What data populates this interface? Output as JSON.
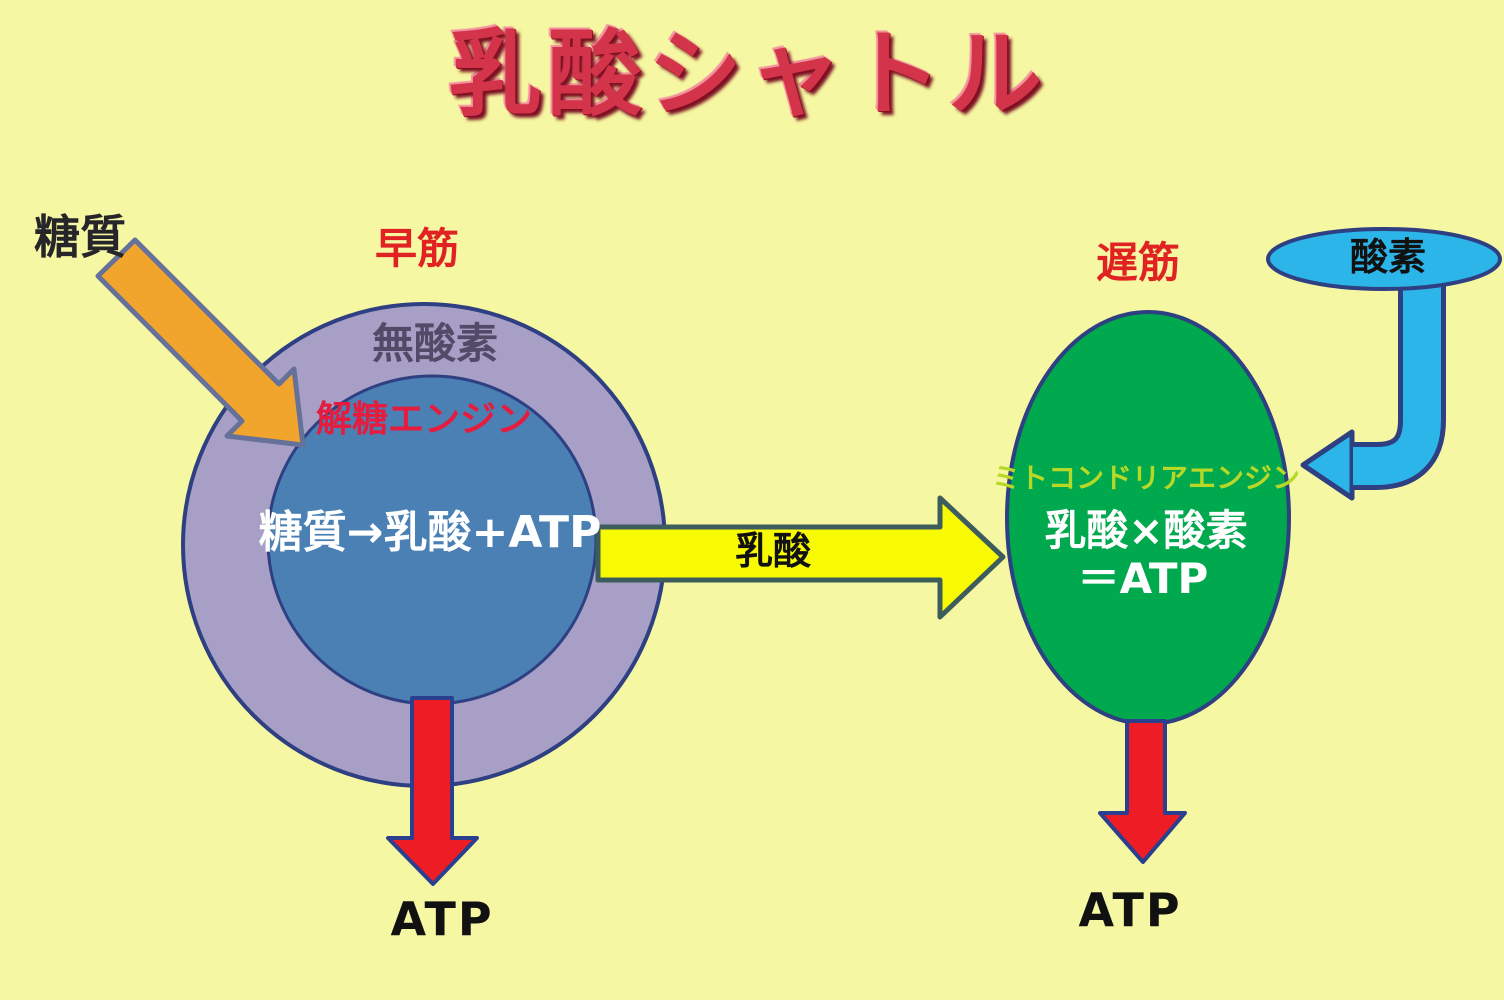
{
  "title": "乳酸シャトル",
  "left_system": {
    "input_label": "糖質",
    "muscle_label": "早筋",
    "outer_label": "無酸素",
    "engine_label": "解糖エンジン",
    "formula": "糖質→乳酸+ATP",
    "output_label": "ATP"
  },
  "transport": {
    "label": "乳酸"
  },
  "right_system": {
    "muscle_label": "遅筋",
    "input_label": "酸素",
    "engine_label": "ミトコンドリアエンジン",
    "formula_line1": "乳酸×酸素",
    "formula_line2": "＝ATP",
    "output_label": "ATP"
  },
  "colors": {
    "background": "#f6f7a2",
    "title_red": "#d3344a",
    "outer_circle_lavender": "#a89fc6",
    "inner_circle_blue": "#4b80b5",
    "mitochondria_green": "#00a84e",
    "oxygen_cyan": "#2cb5e8",
    "lactate_arrow_yellow": "#f8fa04",
    "carb_arrow_orange": "#f2a52c",
    "atp_arrow_red": "#ee1c25",
    "outline_navy": "#2e3f82",
    "yellow_arrow_outline": "#3d5c5c",
    "orange_arrow_outline": "#66719a"
  }
}
